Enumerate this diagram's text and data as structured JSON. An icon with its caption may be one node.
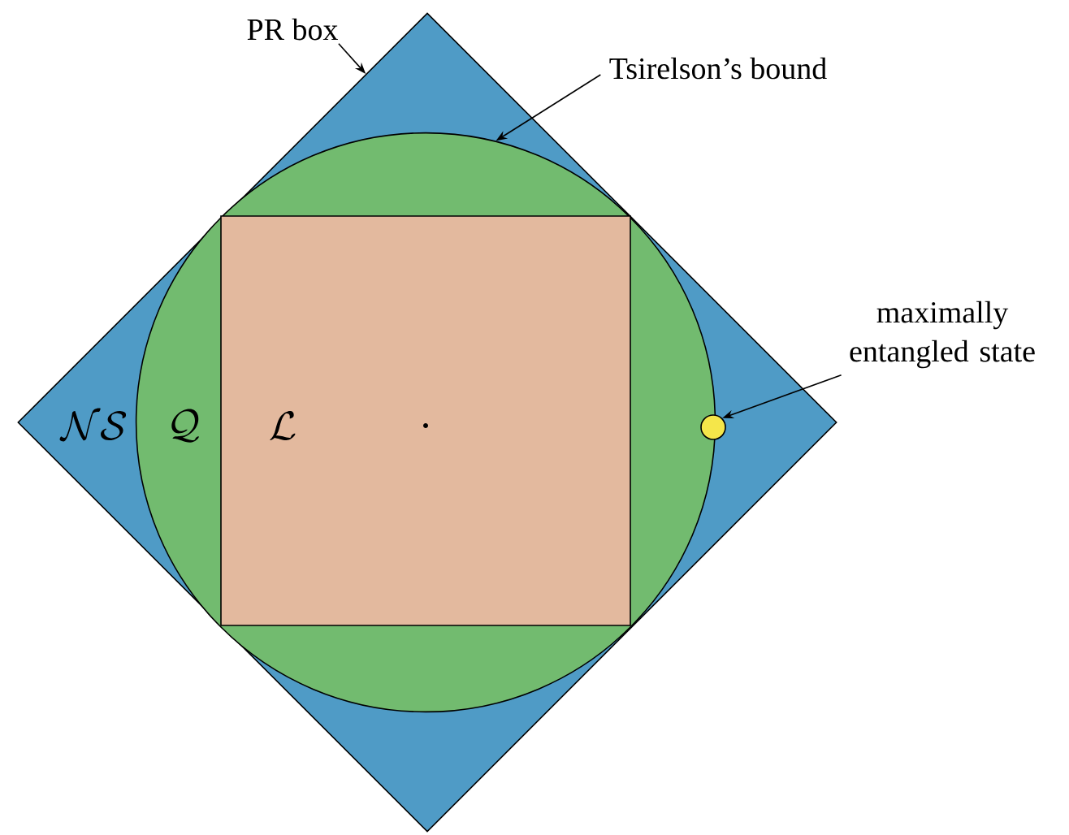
{
  "diagram": {
    "nodes": [
      {
        "text": [
          "\\mathcal{NS}"
        ]
      },
      {
        "text": [
          "\\mathcal{Q}"
        ],
        "in": 0
      },
      {
        "text": [
          "\\mathcal{L}"
        ],
        "in": 1
      },
      {
        "text": [
          "PR box"
        ]
      },
      {
        "text": [
          "Tsirelson’s bound"
        ]
      },
      {
        "text": [
          "maximally entangled state"
        ]
      },
      {
        "text": [],
        "shape": "circle",
        "in": 0
      }
    ],
    "edges": [
      {
        "from": 3,
        "to": 0,
        "arrow": "to"
      },
      {
        "from": 4,
        "to": 1,
        "arrow": "to"
      },
      {
        "from": 5,
        "to": 6,
        "arrow": "to"
      }
    ]
  }
}
